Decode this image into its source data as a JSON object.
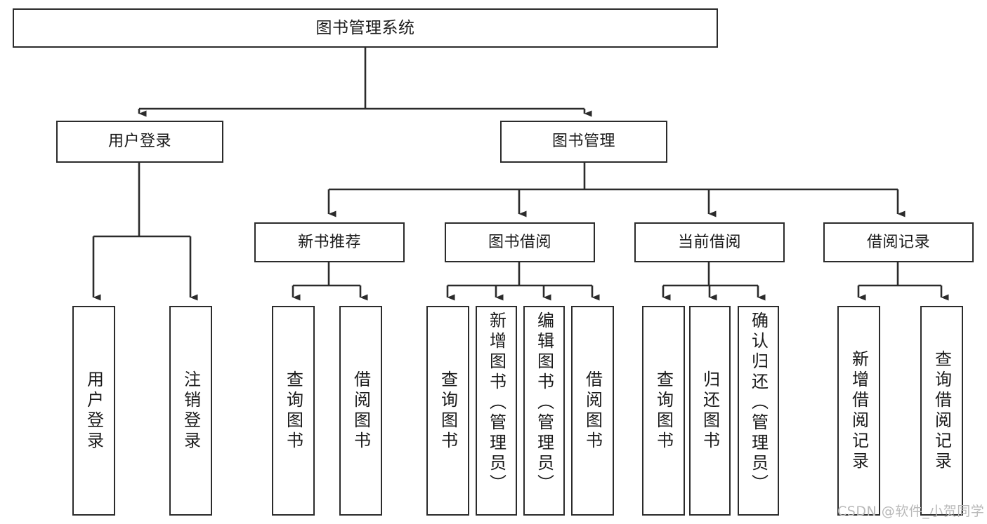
{
  "diagram": {
    "title": "图书管理系统",
    "type": "tree-hierarchy",
    "levels": 4,
    "nodes": {
      "root": {
        "label": "图书管理系统",
        "orientation": "horizontal"
      },
      "l1": [
        {
          "id": "user-login",
          "label": "用户登录",
          "orientation": "horizontal"
        },
        {
          "id": "book-manage",
          "label": "图书管理",
          "orientation": "horizontal"
        }
      ],
      "l2": [
        {
          "id": "new-book-recommend",
          "label": "新书推荐",
          "orientation": "horizontal"
        },
        {
          "id": "book-borrow",
          "label": "图书借阅",
          "orientation": "horizontal"
        },
        {
          "id": "current-borrow",
          "label": "当前借阅",
          "orientation": "horizontal"
        },
        {
          "id": "borrow-record",
          "label": "借阅记录",
          "orientation": "horizontal"
        }
      ],
      "leaves": [
        {
          "id": "leaf-user-login",
          "label": "用户登录",
          "parent": "user-login"
        },
        {
          "id": "leaf-logout-login",
          "label": "注销登录",
          "parent": "user-login"
        },
        {
          "id": "leaf-query-book-1",
          "label": "查询图书",
          "parent": "new-book-recommend"
        },
        {
          "id": "leaf-borrow-book-1",
          "label": "借阅图书",
          "parent": "new-book-recommend"
        },
        {
          "id": "leaf-query-book-2",
          "label": "查询图书",
          "parent": "book-borrow"
        },
        {
          "id": "leaf-add-book",
          "label": "新增图书（管理员）",
          "parent": "book-borrow"
        },
        {
          "id": "leaf-edit-book",
          "label": "编辑图书（管理员）",
          "parent": "book-borrow"
        },
        {
          "id": "leaf-borrow-book-2",
          "label": "借阅图书",
          "parent": "book-borrow"
        },
        {
          "id": "leaf-query-book-3",
          "label": "查询图书",
          "parent": "current-borrow"
        },
        {
          "id": "leaf-return-book",
          "label": "归还图书",
          "parent": "current-borrow"
        },
        {
          "id": "leaf-confirm-return",
          "label": "确认归还（管理员）",
          "parent": "current-borrow"
        },
        {
          "id": "leaf-add-record",
          "label": "新增借阅记录",
          "parent": "borrow-record"
        },
        {
          "id": "leaf-query-record",
          "label": "查询借阅记录",
          "parent": "borrow-record"
        }
      ]
    },
    "colors": {
      "stroke": "#2b2b2b",
      "fill": "#ffffff",
      "text": "#1a1a1a",
      "watermark": "#b9b9b9"
    }
  },
  "watermark": {
    "text": "CSDN @软件_小贺同学"
  }
}
